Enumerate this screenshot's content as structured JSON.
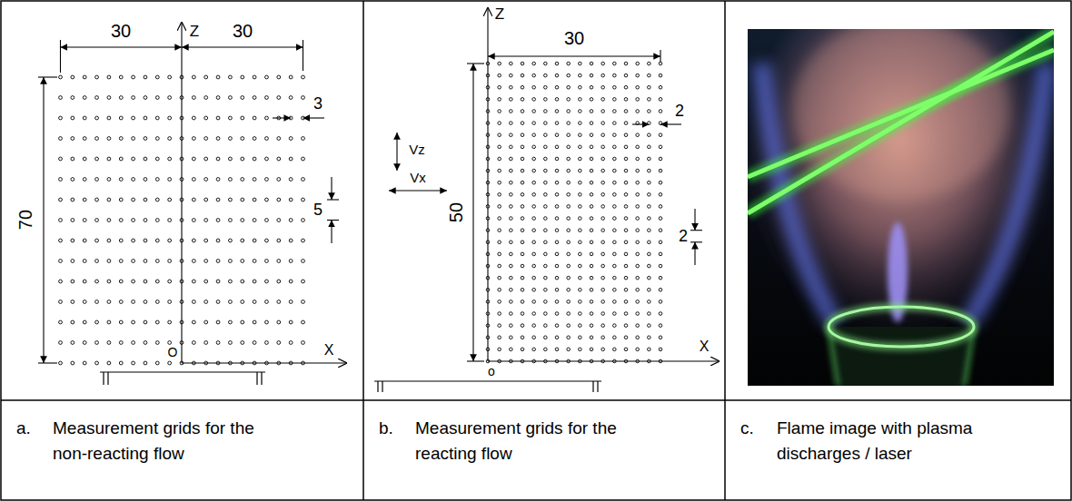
{
  "diagram": {
    "nodes": [
      {
        "text": [
          "a.",
          "Measurement grids for the non-reacting flow"
        ]
      },
      {
        "text": [
          "b.",
          "Measurement grids for the reacting flow"
        ]
      },
      {
        "text": [
          "c.",
          "Flame image with plasma discharges / laser"
        ]
      }
    ],
    "labels": [
      "30",
      "30",
      "Z",
      "3",
      "70",
      "5",
      "O",
      "X",
      "Z",
      "30",
      "2",
      "Vz",
      "Vx",
      "50",
      "2",
      "X",
      "o"
    ]
  }
}
